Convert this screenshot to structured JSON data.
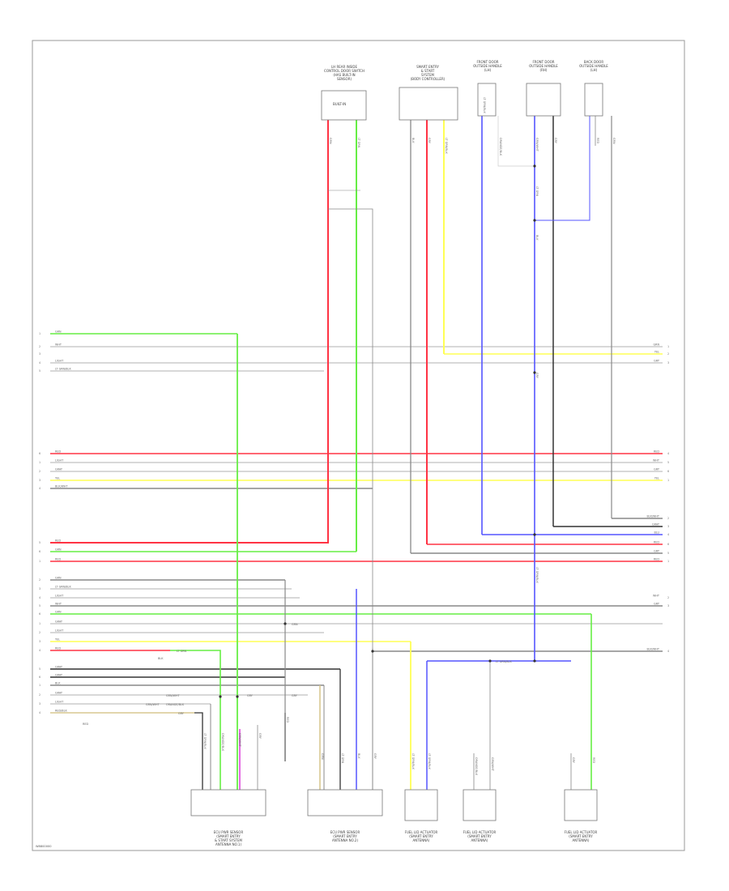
{
  "diagram": {
    "page_id": "W8800000",
    "colors": {
      "red": "#ff3344",
      "green": "#66ee44",
      "yellow": "#ffff55",
      "blue": "#5555ff",
      "gray": "#888888",
      "dark": "#333333",
      "light": "#cccccc",
      "violet": "#dd44dd",
      "tan": "#d8c890"
    },
    "top_components": [
      {
        "label": [
          "LH REAR INSIDE",
          "CONTROL DOOR SWITCH",
          "(HAS BUILT-IN",
          "SENSOR)"
        ],
        "inner": "BUILT-IN"
      },
      {
        "label": [
          "SMART ENTRY",
          "& START",
          "SYSTEM",
          "(BODY CONTROLLER)"
        ],
        "inner": ""
      },
      {
        "label": [
          "FRONT DOOR",
          "OUTSIDE HANDLE",
          "(LH)"
        ],
        "inner": ""
      },
      {
        "label": [
          "FRONT DOOR",
          "OUTSIDE HANDLE",
          "(RH)"
        ],
        "inner": ""
      },
      {
        "label": [
          "BACK DOOR",
          "OUTSIDE HANDLE",
          "(LH)"
        ],
        "inner": ""
      }
    ],
    "bottom_components": [
      {
        "label": [
          "ECU PWR SENSOR",
          "(SMART ENTRY",
          "& START SYSTEM",
          "ANTENNA NO.1)"
        ]
      },
      {
        "label": [
          "ECU PWR SENSOR",
          "(SMART ENTRY",
          "ANTENNA NO.2)"
        ]
      },
      {
        "label": [
          "FUEL LID ACTUATOR",
          "(SMART ENTRY",
          "ANTENNA)"
        ]
      },
      {
        "label": [
          "FUEL LID ACTUATOR",
          "(SMART ENTRY",
          "ANTENNA)"
        ]
      },
      {
        "label": [
          "FUEL LID ACTUATOR",
          "(SMART ENTRY",
          "ANTENNA)"
        ]
      }
    ],
    "left_labels": [
      "GRN",
      "WHT",
      "",
      "LIGHT",
      "LT GRN/BLK",
      "RED",
      "LIGHT",
      "GRAY",
      "YEL",
      "BLK/WHT",
      "RED",
      "GRN",
      "RED",
      "GRN",
      "LT GRN/BLK",
      "LIGHT",
      "WHT",
      "GRN",
      "GRAY",
      "LIGHT",
      "YEL",
      "RED",
      "GRAY",
      "GRAY",
      "BLK",
      "GRAY",
      "LIGHT",
      "RED/BLK"
    ],
    "right_labels": [
      "GRN",
      "YEL",
      "GRY",
      "RED",
      "WHT",
      "GRY",
      "YEL",
      "BLK/WHT",
      "GRAY",
      "BLU",
      "GRY",
      "RED",
      "RED",
      "WHT",
      "GRY",
      "BLK/WHT"
    ],
    "mid_labels": [
      "GRN",
      "LT GRN",
      "BLK",
      "GRY",
      "LT GRN/BLK",
      "LT GRN/BLK",
      "ORANGE/BLK",
      "GRN/WHT",
      "GRY",
      "RED"
    ]
  }
}
